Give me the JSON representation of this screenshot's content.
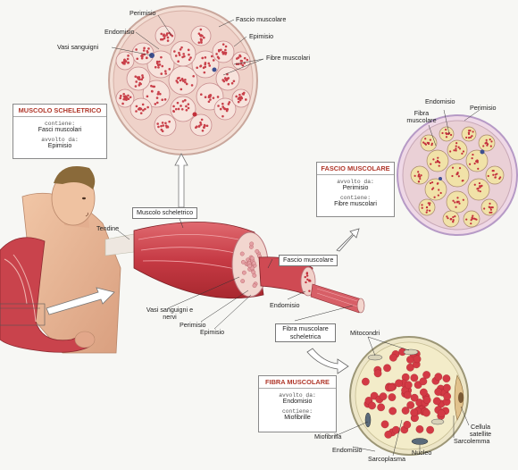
{
  "top_section": {
    "labels": {
      "perimisio": "Perimisio",
      "endomisio": "Endomisio",
      "vasi_sanguigni": "Vasi sanguigni",
      "fascio_muscolare": "Fascio muscolare",
      "epimisio": "Epimisio",
      "fibre_muscolari": "Fibre muscolari"
    }
  },
  "box_muscolo_scheletrico": {
    "title": "MUSCOLO SCHELETRICO",
    "contiene_key": "contiene:",
    "contiene_value": "Fasci muscolari",
    "avvolto_key": "avvolto da:",
    "avvolto_value": "Epimisio"
  },
  "box_fascio_muscolare": {
    "title": "FASCIO MUSCOLARE",
    "avvolto_key": "avvolto da:",
    "avvolto_value": "Perimisio",
    "contiene_key": "contiene:",
    "contiene_value": "Fibre muscolari"
  },
  "box_fibra_muscolare": {
    "title": "FIBRA MUSCOLARE",
    "avvolto_key": "avvolto da:",
    "avvolto_value": "Endomisio",
    "contiene_key": "contiene:",
    "contiene_value": "Miofibrille"
  },
  "fascicle_labels": {
    "endomisio": "Endomisio",
    "perimisio": "Perimisio",
    "fibra_muscolare": "Fibra muscolare"
  },
  "arm_labels": {
    "tendine": "Tendine",
    "muscolo_scheletrico": "Muscolo scheletrico",
    "fascio_muscolare": "Fascio muscolare",
    "endomisio": "Endomisio",
    "vasi_sanguigni_nervi": "Vasi sanguigni e nervi",
    "perimisio": "Perimisio",
    "epimisio": "Epimisio",
    "fibra_muscolare_scheletrica": "Fibra muscolare scheletrica"
  },
  "fiber_labels": {
    "mitocondri": "Mitocondri",
    "cellula_satellite": "Cellula satellite",
    "sarcolemma": "Sarcolemma",
    "nucleo": "Nucleo",
    "sarcoplasma": "Sarcoplasma",
    "endomisio": "Endomisio",
    "miofibrilla": "Miofibrilla"
  },
  "colors": {
    "muscle": "#c8404a",
    "muscle_light": "#e9a3a6",
    "tissue": "#f1d6cf",
    "skin": "#e9b99a",
    "box_title": "#b0372a"
  }
}
